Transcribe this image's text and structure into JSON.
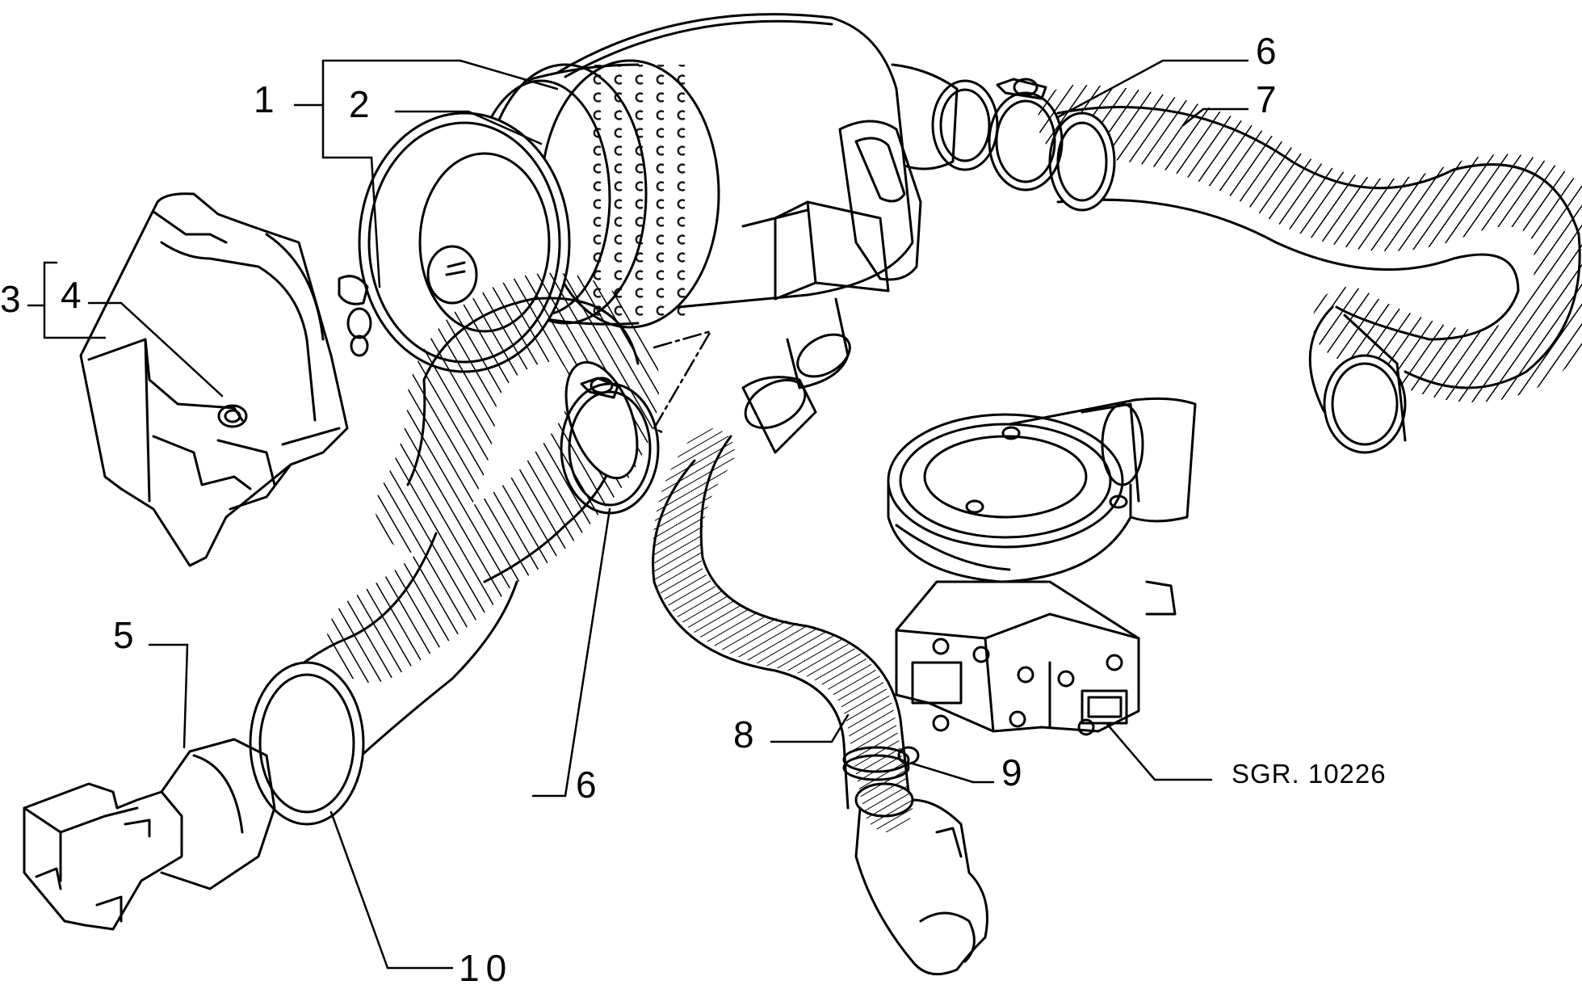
{
  "diagram": {
    "reference_code": "SGR. 10226",
    "callouts": [
      {
        "id": "1",
        "text": "1"
      },
      {
        "id": "2",
        "text": "2"
      },
      {
        "id": "3",
        "text": "3"
      },
      {
        "id": "4",
        "text": "4"
      },
      {
        "id": "5",
        "text": "5"
      },
      {
        "id": "6a",
        "text": "6"
      },
      {
        "id": "7",
        "text": "7"
      },
      {
        "id": "6b",
        "text": "6"
      },
      {
        "id": "8",
        "text": "8"
      },
      {
        "id": "9",
        "text": "9"
      },
      {
        "id": "10",
        "text": "10"
      }
    ]
  }
}
